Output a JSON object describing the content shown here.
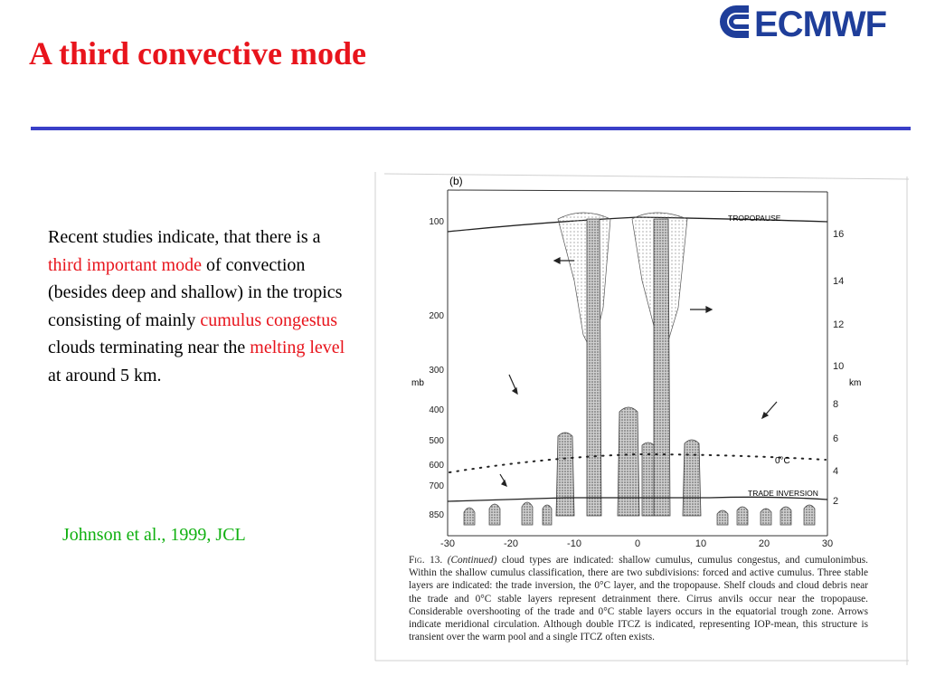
{
  "slide": {
    "title": "A third convective mode",
    "logo_text": "ECMWF",
    "body_parts": [
      "Recent studies indicate, that there is a ",
      "third important mode",
      " of convection (besides deep and shallow) in the tropics consisting of mainly ",
      "cumulus congestus",
      " clouds terminating near the ",
      "melting level",
      " at around 5 km."
    ],
    "citation": "Johnson et al., 1999, JCL",
    "colors": {
      "title": "#e8141c",
      "rule": "#3a3fc8",
      "citation": "#10b010",
      "logo": "#1f3e9a"
    }
  },
  "figure": {
    "panel_label": "(b)",
    "left_axis_unit": "mb",
    "right_axis_unit": "km",
    "pressure_ticks": [
      "100",
      "200",
      "300",
      "400",
      "500",
      "600",
      "700",
      "850"
    ],
    "height_ticks": [
      "16",
      "14",
      "12",
      "10",
      "8",
      "6",
      "4",
      "2"
    ],
    "x_ticks": [
      "-30",
      "-20",
      "-10",
      "0",
      "10",
      "20",
      "30"
    ],
    "labels": {
      "tropopause": "TROPOPAUSE",
      "freezing": "0°C",
      "trade_inversion": "TRADE INVERSION"
    },
    "caption": {
      "fig_label": "Fig. 13.",
      "continued": "(Continued)",
      "text": " cloud types are indicated: shallow cumulus, cumulus congestus, and cumulonimbus. Within the shallow cumulus classification, there are two subdivisions: forced and active cumulus. Three stable layers are indicated: the trade inversion, the 0°C layer, and the tropopause. Shelf clouds and cloud debris near the trade and 0°C stable layers represent detrainment there. Cirrus anvils occur near the tropopause. Considerable overshooting of the trade and 0°C stable layers occurs in the equatorial trough zone. Arrows indicate meridional circulation. Although double ITCZ is indicated, representing IOP-mean, this structure is transient over the warm pool and a single ITCZ often exists."
    }
  }
}
